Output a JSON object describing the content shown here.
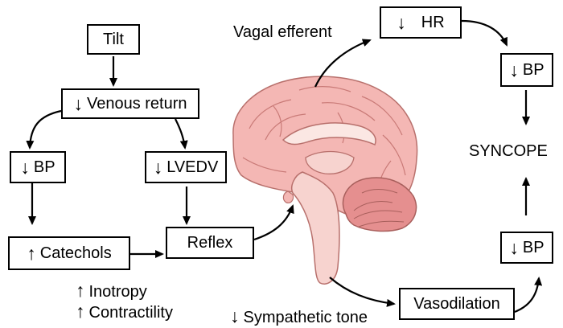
{
  "nodes": {
    "tilt": "Tilt",
    "venous_return": "Venous return",
    "bp_left": "BP",
    "lvedv": "LVEDV",
    "catechols": "Catechols",
    "reflex": "Reflex",
    "hr": "HR",
    "bp_top_right": "BP",
    "syncope": "SYNCOPE",
    "bp_bottom_right": "BP",
    "vasodilation": "Vasodilation"
  },
  "labels": {
    "vagal_efferent": "Vagal efferent",
    "inotropy": "Inotropy",
    "contractility": "Contractility",
    "sympathetic_tone": "Sympathetic tone"
  },
  "glyphs": {
    "down": "↓",
    "up": "↑"
  },
  "colors": {
    "brain_fill": "#f4b7b4",
    "brain_stroke": "#b8706c",
    "cerebellum": "#e58f8f",
    "stem": "#f7d3cf"
  }
}
